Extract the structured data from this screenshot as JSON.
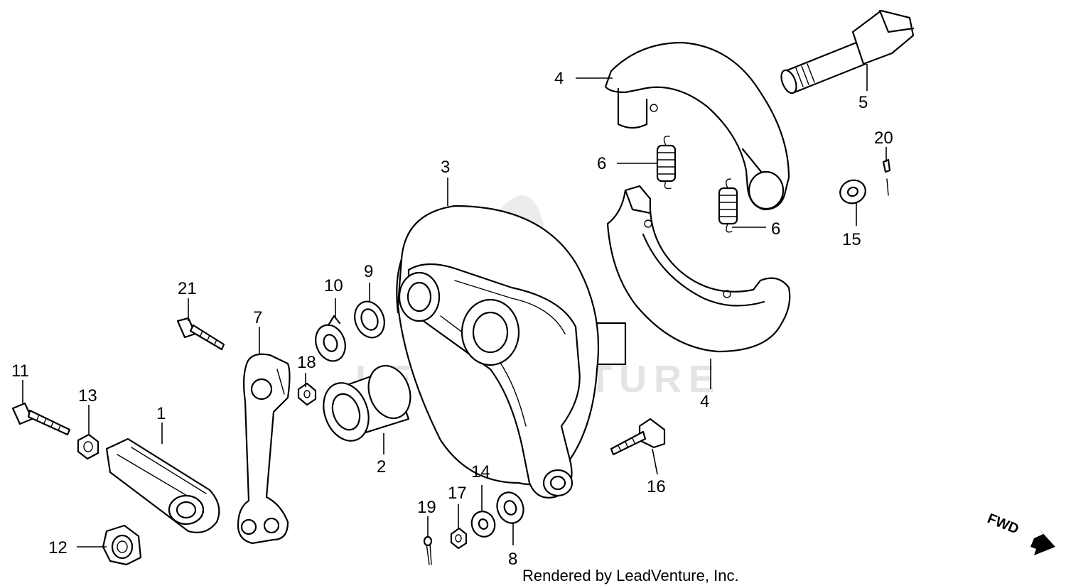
{
  "diagram": {
    "callouts": {
      "p1": "1",
      "p2": "2",
      "p3": "3",
      "p4a": "4",
      "p4b": "4",
      "p5": "5",
      "p6a": "6",
      "p6b": "6",
      "p7": "7",
      "p8": "8",
      "p9": "9",
      "p10": "10",
      "p11": "11",
      "p12": "12",
      "p13": "13",
      "p14": "14",
      "p15": "15",
      "p16": "16",
      "p17": "17",
      "p18": "18",
      "p19": "19",
      "p20": "20",
      "p21": "21"
    },
    "direction_label": "FWD",
    "watermark": "LEADVENTURE",
    "footer": "Rendered by LeadVenture, Inc."
  }
}
